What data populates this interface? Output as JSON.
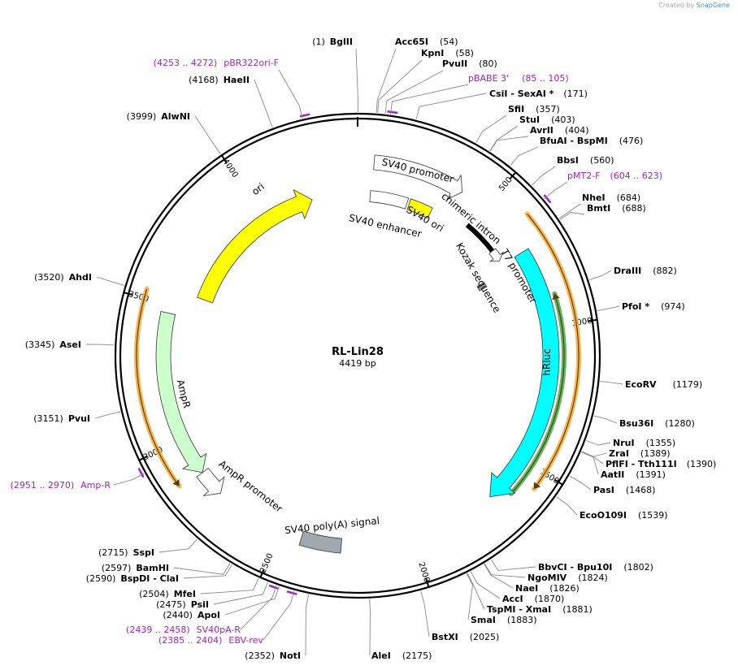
{
  "credit": {
    "prefix": "Created by",
    "brand": "SnapGene"
  },
  "plasmid": {
    "name": "RL-Lin28",
    "length_label": "4419 bp",
    "length": 4419
  },
  "colors": {
    "backbone": "#000000",
    "ori": "#ffff00",
    "ampr": "#ccffcc",
    "hrluc": "#00ffff",
    "sv40ori": "#ffff00",
    "polyA": "#a0a8b0",
    "primer": "#a020d0",
    "orf_orange": "#f5b041",
    "orf_green": "#4caf50"
  },
  "ticks": [
    "500",
    "1000",
    "1500",
    "2000",
    "2500",
    "3000",
    "3500",
    "4000"
  ],
  "sites": [
    {
      "name": "BglII",
      "pos": "(1)",
      "side": "left"
    },
    {
      "name": "Acc65I",
      "pos": "(54)",
      "side": "right"
    },
    {
      "name": "KpnI",
      "pos": "(58)",
      "side": "right"
    },
    {
      "name": "PvuII",
      "pos": "(80)",
      "side": "right"
    },
    {
      "name": "CsiI",
      "extra": " - SexAI *",
      "pos": "(171)",
      "side": "right"
    },
    {
      "name": "SfiI",
      "pos": "(357)",
      "side": "right"
    },
    {
      "name": "StuI",
      "pos": "(403)",
      "side": "right"
    },
    {
      "name": "AvrII",
      "pos": "(404)",
      "side": "right"
    },
    {
      "name": "BfuAI",
      "extra": " - BspMI",
      "pos": "(476)",
      "side": "right"
    },
    {
      "name": "BbsI",
      "pos": "(560)",
      "side": "right"
    },
    {
      "name": "NheI",
      "pos": "(684)",
      "side": "right"
    },
    {
      "name": "BmtI",
      "pos": "(688)",
      "side": "right"
    },
    {
      "name": "DraIII",
      "pos": "(882)",
      "side": "right"
    },
    {
      "name": "PfoI *",
      "pos": "(974)",
      "side": "right"
    },
    {
      "name": "EcoRV",
      "pos": "(1179)",
      "side": "right"
    },
    {
      "name": "Bsu36I",
      "pos": "(1280)",
      "side": "right"
    },
    {
      "name": "NruI",
      "pos": "(1355)",
      "side": "right"
    },
    {
      "name": "ZraI",
      "pos": "(1389)",
      "side": "right"
    },
    {
      "name": "PflFI",
      "extra": " - Tth111I",
      "pos": "(1390)",
      "side": "right"
    },
    {
      "name": "AatII",
      "pos": "(1391)",
      "side": "right"
    },
    {
      "name": "PasI",
      "pos": "(1468)",
      "side": "right"
    },
    {
      "name": "EcoO109I",
      "pos": "(1539)",
      "side": "right"
    },
    {
      "name": "BbvCI",
      "extra": " - Bpu10I",
      "pos": "(1802)",
      "side": "right"
    },
    {
      "name": "NgoMIV",
      "pos": "(1824)",
      "side": "right"
    },
    {
      "name": "NaeI",
      "pos": "(1826)",
      "side": "right"
    },
    {
      "name": "AccI",
      "pos": "(1870)",
      "side": "right"
    },
    {
      "name": "TspMI",
      "extra": " - XmaI",
      "pos": "(1881)",
      "side": "right"
    },
    {
      "name": "SmaI",
      "pos": "(1883)",
      "side": "right"
    },
    {
      "name": "BstXI",
      "pos": "(2025)",
      "side": "right"
    },
    {
      "name": "AleI",
      "pos": "(2175)",
      "side": "right"
    },
    {
      "name": "NotI",
      "pos": "(2352)",
      "side": "left"
    },
    {
      "name": "ApoI",
      "pos": "(2440)",
      "side": "left"
    },
    {
      "name": "PsiI",
      "pos": "(2475)",
      "side": "left"
    },
    {
      "name": "MfeI",
      "pos": "(2504)",
      "side": "left"
    },
    {
      "name": "BspDI",
      "extra": " - ClaI",
      "pos": "(2590)",
      "side": "left"
    },
    {
      "name": "BamHI",
      "pos": "(2597)",
      "side": "left"
    },
    {
      "name": "SspI",
      "pos": "(2715)",
      "side": "left"
    },
    {
      "name": "PvuI",
      "pos": "(3151)",
      "side": "left"
    },
    {
      "name": "AseI",
      "pos": "(3345)",
      "side": "left"
    },
    {
      "name": "AhdI",
      "pos": "(3520)",
      "side": "left"
    },
    {
      "name": "AlwNI",
      "pos": "(3999)",
      "side": "left"
    },
    {
      "name": "HaeII",
      "pos": "(4168)",
      "side": "left"
    }
  ],
  "primers": [
    {
      "name": "pBR322ori-F",
      "range": "(4253 .. 4272)"
    },
    {
      "name": "pBABE 3'",
      "range": "(85 .. 105)"
    },
    {
      "name": "pMT2-F",
      "range": "(604 .. 623)"
    },
    {
      "name": "Amp-R",
      "range": "(2951 .. 2970)"
    },
    {
      "name": "SV40pA-R",
      "range": "(2439 .. 2458)"
    },
    {
      "name": "EBV-rev",
      "range": "(2385 .. 2404)"
    }
  ],
  "features": [
    {
      "name": "SV40 promoter"
    },
    {
      "name": "SV40 enhancer"
    },
    {
      "name": "SV40 ori"
    },
    {
      "name": "chimeric intron"
    },
    {
      "name": "T7 promoter"
    },
    {
      "name": "Kozak sequence"
    },
    {
      "name": "hRluc"
    },
    {
      "name": "SV40 poly(A) signal"
    },
    {
      "name": "AmpR promoter"
    },
    {
      "name": "AmpR"
    },
    {
      "name": "ori"
    }
  ]
}
